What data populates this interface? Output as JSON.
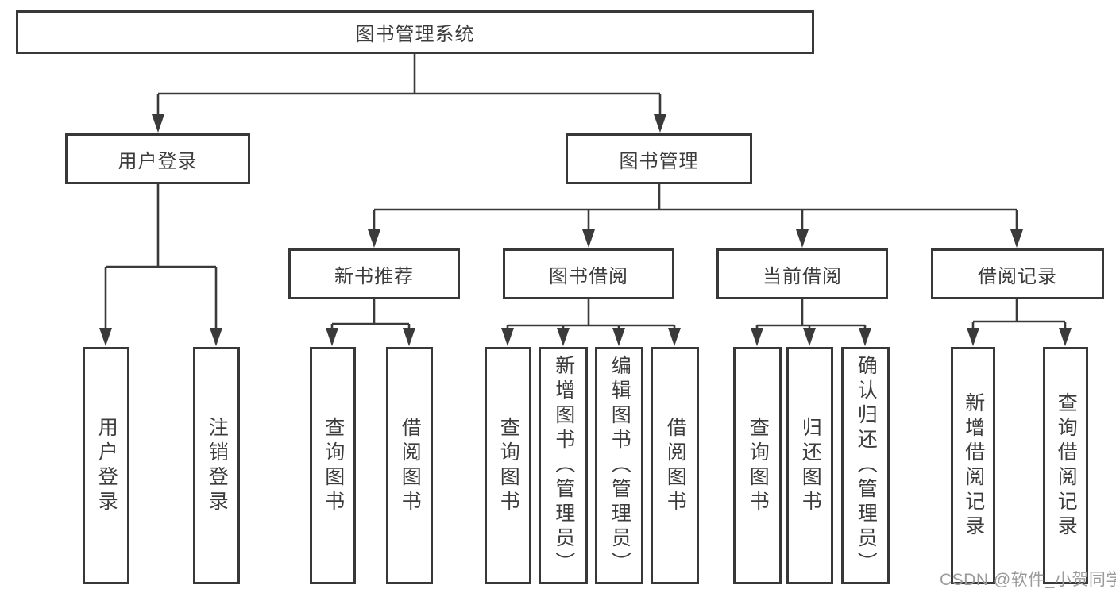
{
  "diagram": {
    "root": {
      "label": "图书管理系统"
    },
    "level2": [
      {
        "label": "用户登录"
      },
      {
        "label": "图书管理"
      }
    ],
    "level3": [
      {
        "label": "新书推荐"
      },
      {
        "label": "图书借阅"
      },
      {
        "label": "当前借阅"
      },
      {
        "label": "借阅记录"
      }
    ],
    "leaves": [
      {
        "label": "用户登录"
      },
      {
        "label": "注销登录"
      },
      {
        "label": "查询图书"
      },
      {
        "label": "借阅图书"
      },
      {
        "label": "查询图书"
      },
      {
        "label": "新增图书（管理员）"
      },
      {
        "label": "编辑图书（管理员）"
      },
      {
        "label": "借阅图书"
      },
      {
        "label": "查询图书"
      },
      {
        "label": "归还图书"
      },
      {
        "label": "确认归还（管理员）"
      },
      {
        "label": "新增借阅记录"
      },
      {
        "label": "查询借阅记录"
      }
    ],
    "colors": {
      "line": "#3a3a3a",
      "box_border": "#383838",
      "text": "#3c3c3c",
      "background": "#ffffff"
    }
  },
  "watermark": {
    "text": "CSDN @软件_小贺同学",
    "color": "#9b9b9b"
  }
}
